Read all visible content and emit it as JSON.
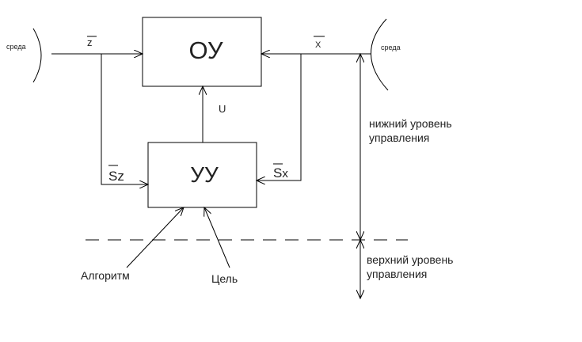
{
  "blocks": {
    "ou": "ОУ",
    "uu": "УУ"
  },
  "signals": {
    "z": "z",
    "x": "X",
    "u": "U",
    "sz_s": "S",
    "sz_z": "z",
    "sx_s": "S",
    "sx_x": "x"
  },
  "environment": {
    "left": "среда",
    "right": "среда"
  },
  "inputs": {
    "algorithm": "Алгоритм",
    "goal": "Цель"
  },
  "levels": {
    "lower_line1": "нижний уровень",
    "lower_line2": "управления",
    "upper_line1": "верхний уровень",
    "upper_line2": "управления"
  }
}
